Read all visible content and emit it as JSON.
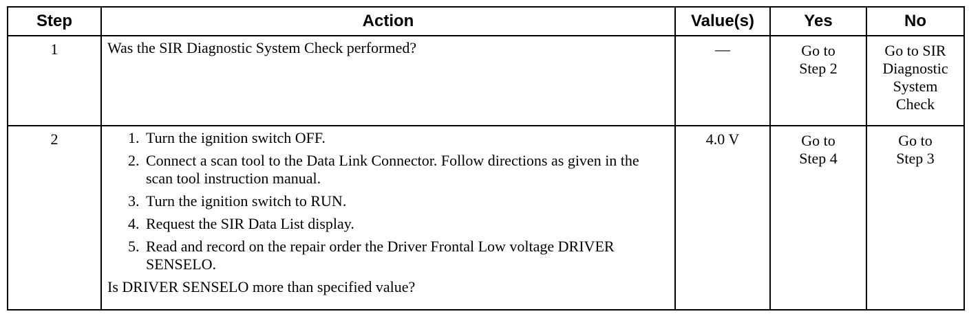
{
  "headers": {
    "step": "Step",
    "action": "Action",
    "values": "Value(s)",
    "yes": "Yes",
    "no": "No"
  },
  "rows": [
    {
      "step": "1",
      "action_text": "Was the SIR Diagnostic System Check performed?",
      "value": "—",
      "yes_lines": [
        "Go to",
        "Step 2"
      ],
      "no_lines": [
        "Go to SIR",
        "Diagnostic",
        "System",
        "Check"
      ]
    },
    {
      "step": "2",
      "action_items": [
        {
          "num": "1.",
          "text": "Turn the ignition switch OFF."
        },
        {
          "num": "2.",
          "text": "Connect a scan tool to the Data Link Connector. Follow directions as given in the scan tool instruction manual."
        },
        {
          "num": "3.",
          "text": "Turn the ignition switch to RUN."
        },
        {
          "num": "4.",
          "text": "Request the SIR Data List display."
        },
        {
          "num": "5.",
          "text": "Read and record on the repair order the Driver Frontal Low voltage DRIVER SENSELO."
        }
      ],
      "action_question": "Is DRIVER SENSELO more than specified value?",
      "value": "4.0 V",
      "yes_lines": [
        "Go to",
        "Step 4"
      ],
      "no_lines": [
        "Go to",
        "Step 3"
      ]
    }
  ]
}
